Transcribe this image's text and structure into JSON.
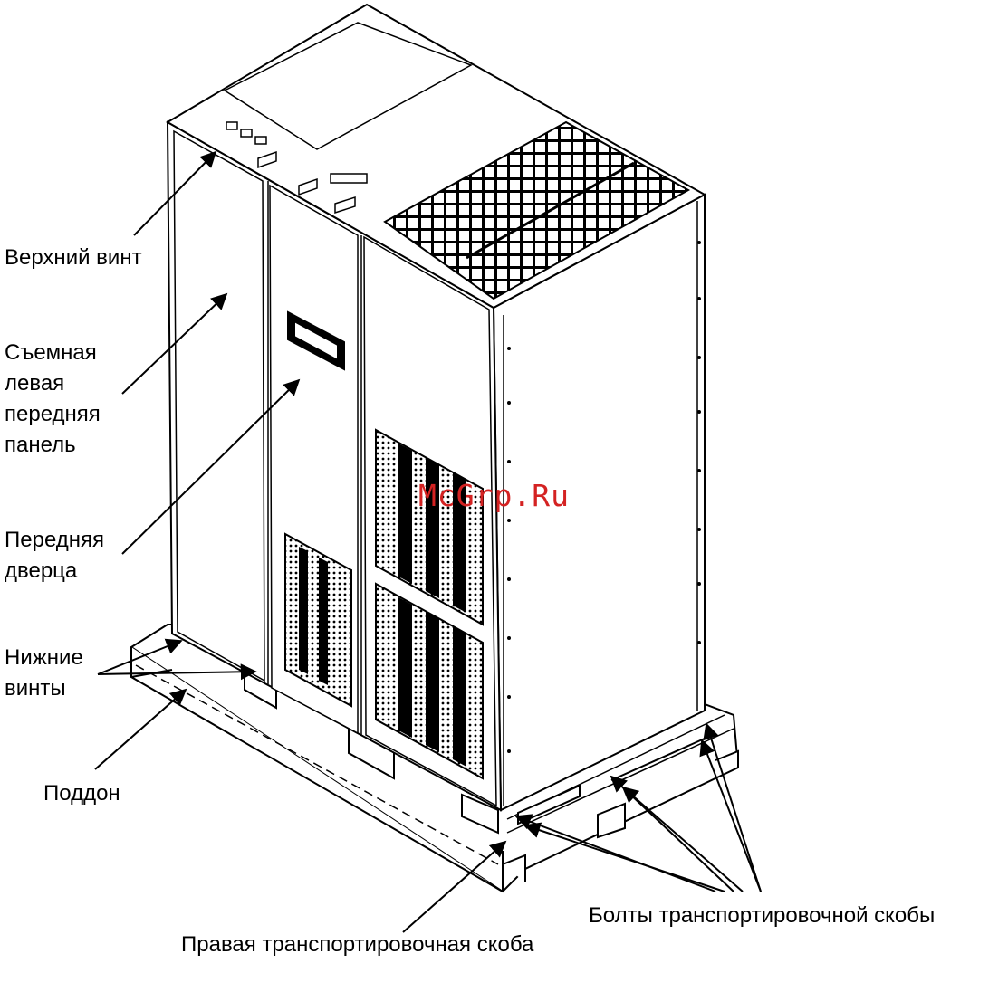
{
  "labels": {
    "top_screw": "Верхний винт",
    "left_panel": "Съемная\nлевая\nпередняя\nпанель",
    "front_door": "Передняя\nдверца",
    "bottom_screws": "Нижние\nвинты",
    "pallet": "Поддон",
    "bracket_bolts": "Болты транспортировочной скобы",
    "right_bracket": "Правая транспортировочная скоба"
  },
  "watermark": "McGrp.Ru",
  "colors": {
    "line": "#000000",
    "background": "#ffffff",
    "watermark": "#d42222"
  }
}
